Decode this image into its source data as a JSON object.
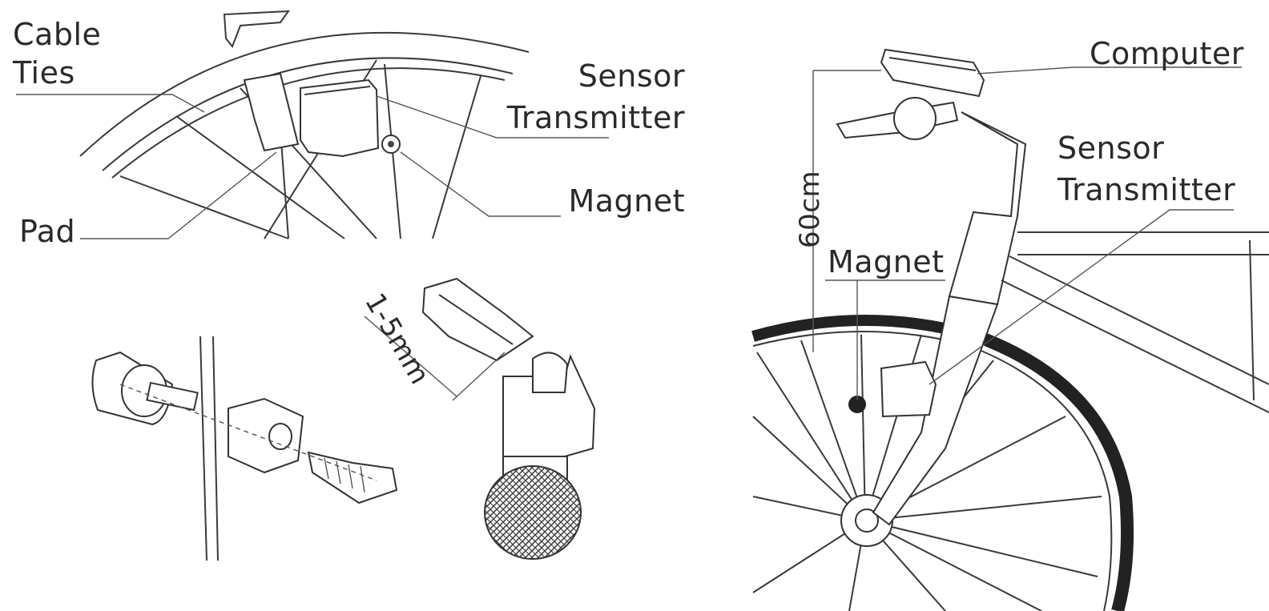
{
  "labels": {
    "cable_ties_line1": "Cable",
    "cable_ties_line2": "Ties",
    "sensor_transmitter_top_line1": "Sensor",
    "sensor_transmitter_top_line2": "Transmitter",
    "magnet_top": "Magnet",
    "pad": "Pad",
    "gap_measure": "1-5mm",
    "computer": "Computer",
    "sensor_transmitter_right_line1": "Sensor",
    "sensor_transmitter_right_line2": "Transmitter",
    "distance_measure": "60cm",
    "magnet_right": "Magnet"
  }
}
